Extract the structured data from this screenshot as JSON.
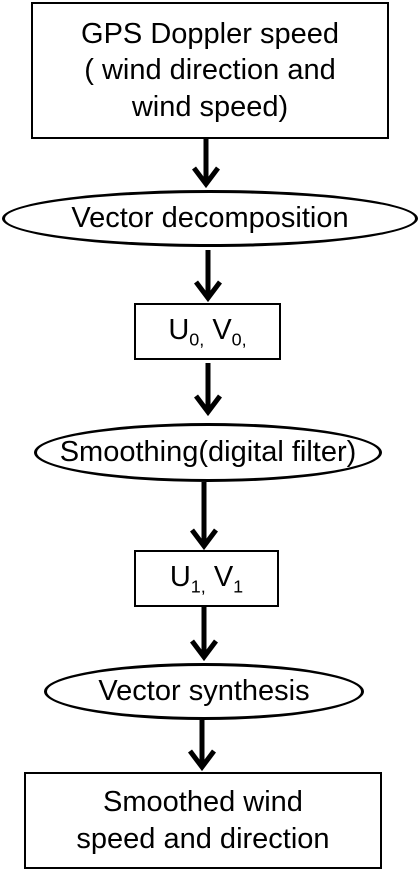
{
  "nodes": {
    "gps": {
      "line1": "GPS Doppler speed",
      "line2": "( wind direction and",
      "line3": "wind speed)"
    },
    "decomp": {
      "text": "Vector decomposition"
    },
    "uv0": {
      "u": "U",
      "u_sub": "0,",
      "v": " V",
      "v_sub": "0,"
    },
    "smooth": {
      "text": "Smoothing(digital filter)"
    },
    "uv1": {
      "u": "U",
      "u_sub": "1,",
      "v": " V",
      "v_sub": "1"
    },
    "synth": {
      "text": "Vector synthesis"
    },
    "result": {
      "line1": "Smoothed wind",
      "line2": "speed and direction"
    }
  },
  "colors": {
    "stroke": "#000000",
    "fill": "#ffffff"
  }
}
